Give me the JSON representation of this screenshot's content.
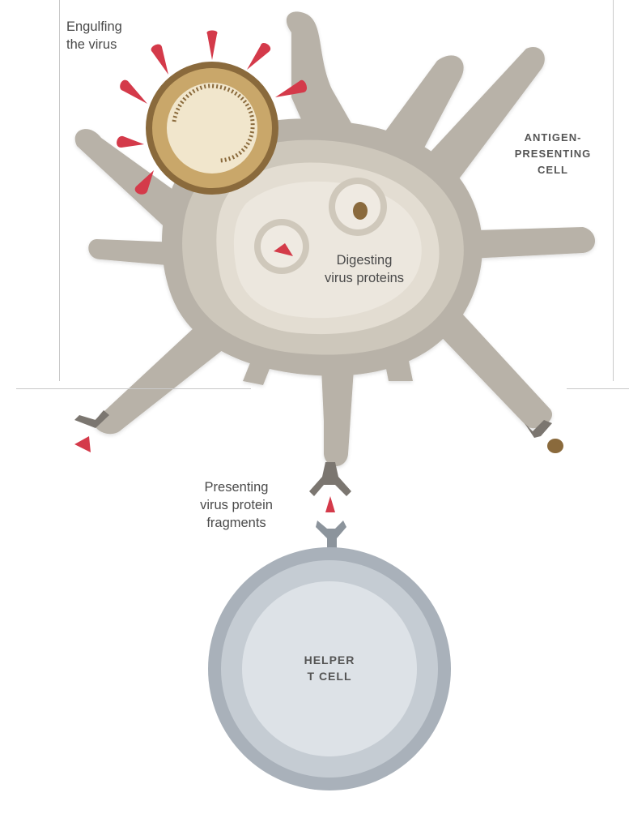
{
  "labels": {
    "engulfing": [
      "Engulfing",
      "the virus"
    ],
    "antigen_cell": [
      "ANTIGEN-",
      "PRESENTING",
      "CELL"
    ],
    "digesting": [
      "Digesting",
      "virus proteins"
    ],
    "presenting": [
      "Presenting",
      "virus protein",
      "fragments"
    ],
    "helper_cell": [
      "HELPER",
      "T CELL"
    ]
  },
  "colors": {
    "cell_outer": "#b8b2a8",
    "cell_mid": "#cdc7bb",
    "cell_inner": "#e3ddd2",
    "cell_core": "#ece7de",
    "virus_shell": "#c9a76a",
    "virus_inner": "#f1e6cc",
    "spike": "#d43a4a",
    "receptor": "#7b7670",
    "fragment_brown": "#8a6a3c",
    "tcell_outer": "#a9b1ba",
    "tcell_mid": "#c5ccd3",
    "tcell_inner": "#dde2e7",
    "tcell_receptor": "#8c949c",
    "text": "#4a4a4a"
  }
}
